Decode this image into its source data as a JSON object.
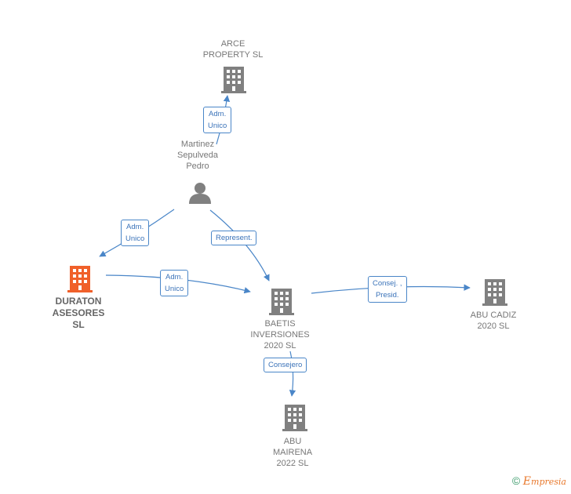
{
  "nodes": {
    "arce": {
      "label": "ARCE\nPROPERTY  SL",
      "type": "company"
    },
    "person": {
      "label": "Martinez\nSepulveda\nPedro",
      "type": "person"
    },
    "duraton": {
      "label": "DURATON\nASESORES\nSL",
      "type": "company-highlight"
    },
    "baetis": {
      "label": "BAETIS\nINVERSIONES\n2020  SL",
      "type": "company"
    },
    "abucadiz": {
      "label": "ABU CADIZ\n2020  SL",
      "type": "company"
    },
    "abumairena": {
      "label": "ABU\nMAIRENA\n2022  SL",
      "type": "company"
    }
  },
  "edges": {
    "e1": {
      "label": "Adm.\nUnico"
    },
    "e2": {
      "label": "Adm.\nUnico"
    },
    "e3": {
      "label": "Represent."
    },
    "e4": {
      "label": "Adm.\nUnico"
    },
    "e5": {
      "label": "Consej. ,\nPresid."
    },
    "e6": {
      "label": "Consejero"
    }
  },
  "footer": {
    "copyright": "©",
    "brand": "mpresia",
    "brand_initial": "E"
  },
  "colors": {
    "edge": "#4a86c8",
    "node": "#808080",
    "highlight": "#f0602a"
  }
}
